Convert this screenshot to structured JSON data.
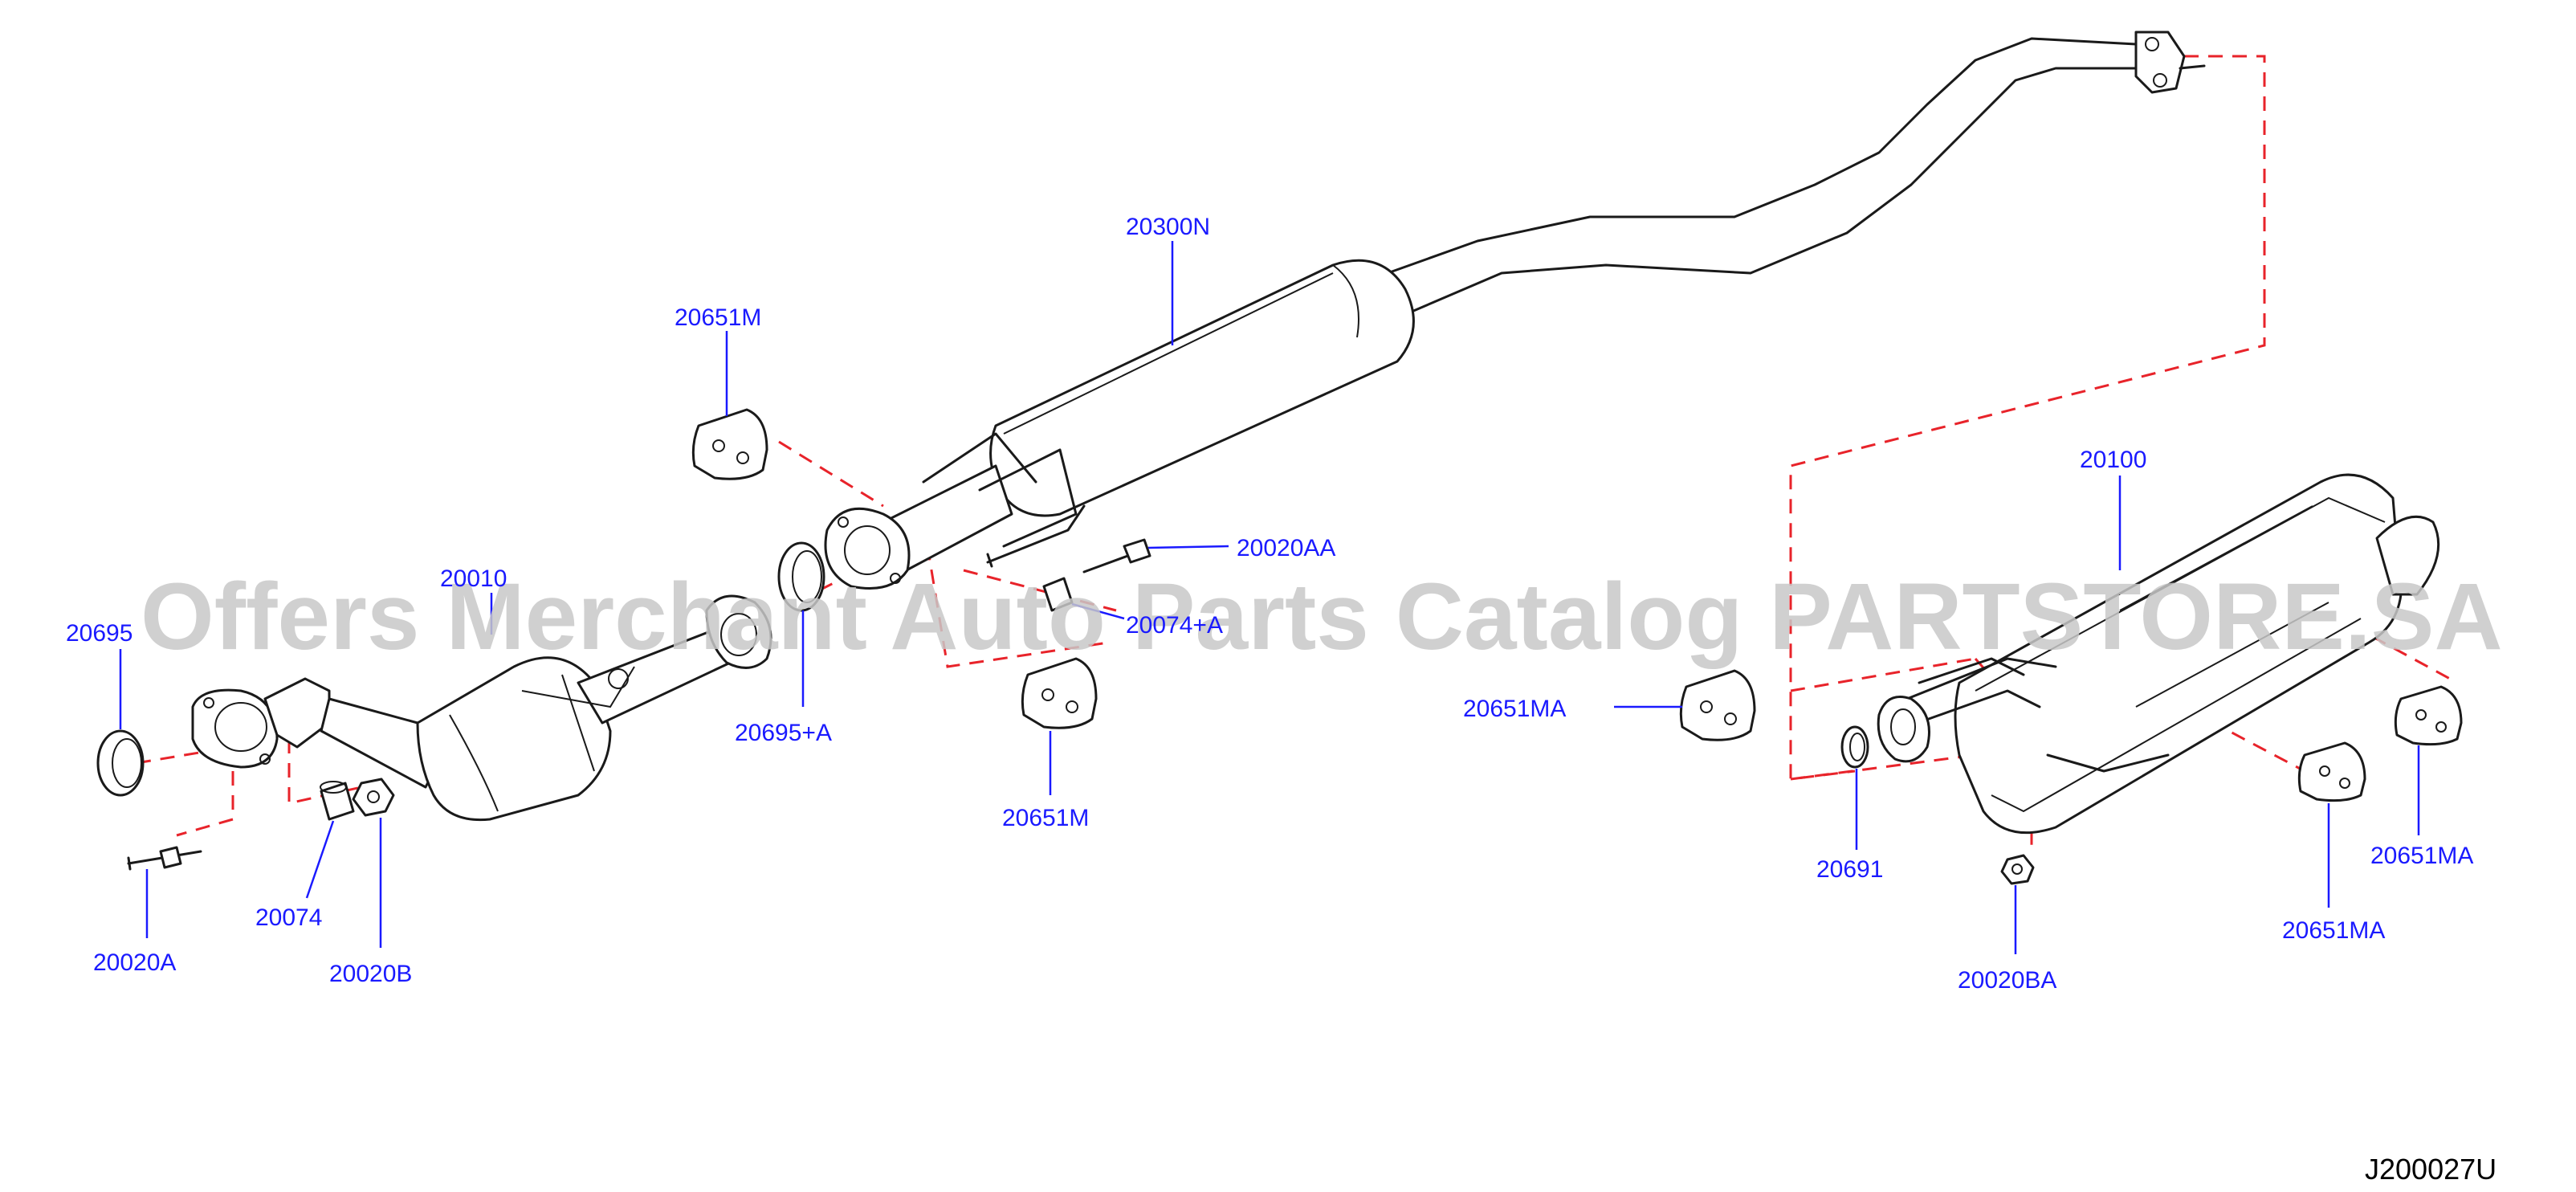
{
  "parts": {
    "p20300N": "20300N",
    "p20651M_top": "20651M",
    "p20020AA": "20020AA",
    "p20010": "20010",
    "p20695": "20695",
    "p20695A": "20695+A",
    "p20074A": "20074+A",
    "p20651M_bottom": "20651M",
    "p20074": "20074",
    "p20020B": "20020B",
    "p20020A": "20020A",
    "p20100": "20100",
    "p20651MA_left": "20651MA",
    "p20691": "20691",
    "p20020BA": "20020BA",
    "p20651MA_mid": "20651MA",
    "p20651MA_right": "20651MA"
  },
  "watermark": "Offers Merchant Auto Parts Catalog PARTSTORE.SA",
  "diagram_code": "J200027U",
  "colors": {
    "label": "#1a1aff",
    "guide_line": "#e8232a",
    "line_art": "#1a1a1a",
    "watermark": "#c8c8c8"
  }
}
